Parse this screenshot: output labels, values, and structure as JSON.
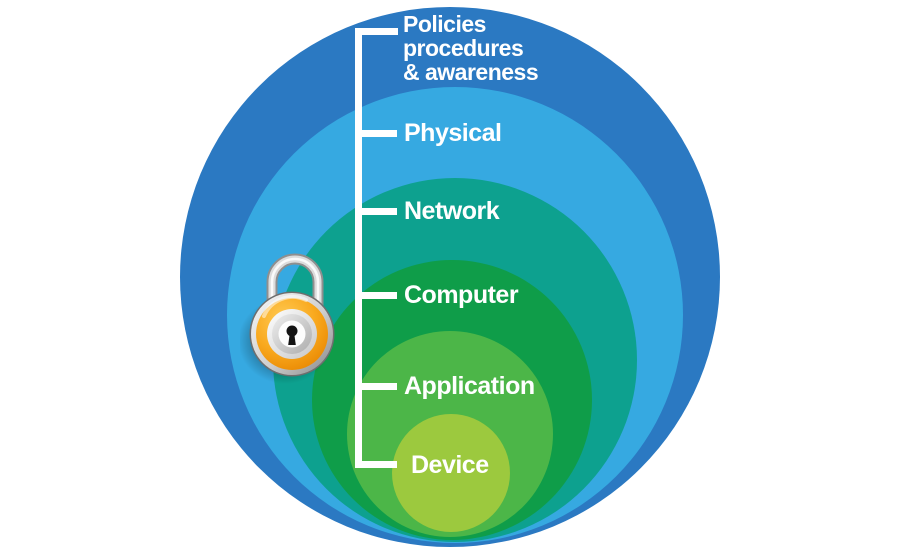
{
  "diagram": {
    "type": "nested-layers",
    "background": "#FFFFFF",
    "label_color": "#FFFFFF",
    "connector_color": "#FFFFFF",
    "layers": [
      {
        "id": "policies",
        "label": "Policies\nprocedures\n& awareness",
        "color": "#2B79C2"
      },
      {
        "id": "physical",
        "label": "Physical",
        "color": "#36A9E1"
      },
      {
        "id": "network",
        "label": "Network",
        "color": "#0DA18F"
      },
      {
        "id": "computer",
        "label": "Computer",
        "color": "#0F9D49"
      },
      {
        "id": "application",
        "label": "Application",
        "color": "#4CB648"
      },
      {
        "id": "device",
        "label": "Device",
        "color": "#9CC93E"
      }
    ],
    "lock_icon": {
      "name": "padlock-icon",
      "body_color": "#F7A11E",
      "metal_color": "#D9D9D9",
      "keyhole_color": "#141414"
    }
  }
}
